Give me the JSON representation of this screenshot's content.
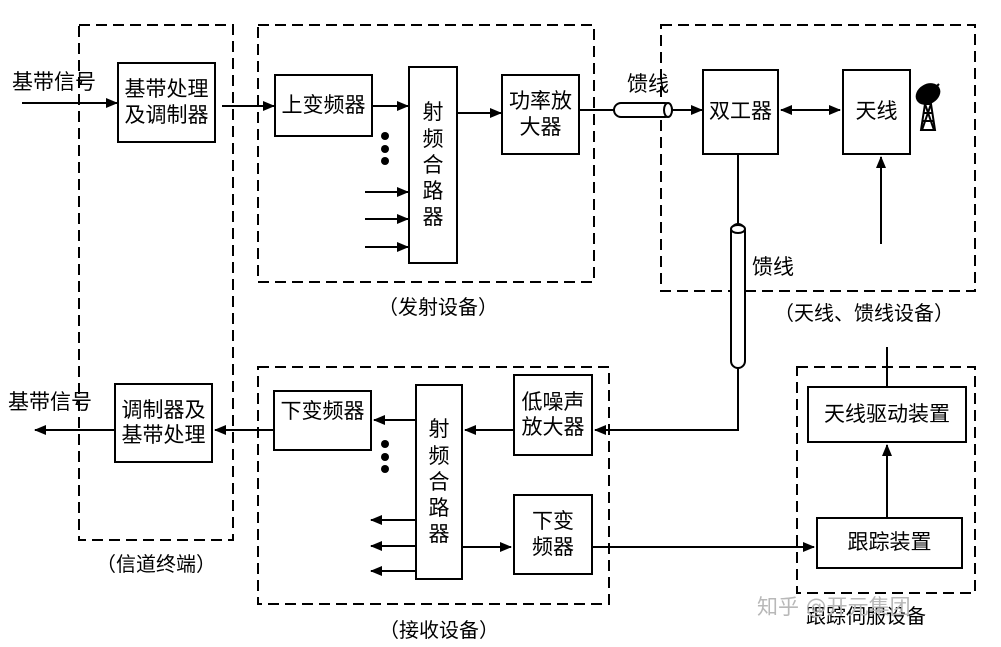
{
  "labels": {
    "baseband_in": "基带信号",
    "baseband_out": "基带信号",
    "feeder_top": "馈线",
    "feeder_right": "馈线"
  },
  "boxes": {
    "baseband_mod": "基带处理及调制器",
    "upconverter": "上变频器",
    "rf_combiner": "射频合路器",
    "power_amp": "功率放大器",
    "duplexer": "双工器",
    "antenna": "天线",
    "demod_baseband": "调制器及基带处理",
    "downconverter": "下变频器",
    "rf_splitter": "射频合路器",
    "lna": "低噪声放大器",
    "downconverter2": "下变频器",
    "antenna_drive": "天线驱动装置",
    "tracking": "跟踪装置"
  },
  "groups": {
    "channel_terminal": "（信道终端）",
    "transmit": "（发射设备）",
    "antenna_feeder": "（天线、馈线设备）",
    "receive": "（接收设备）",
    "tracking_servo": "跟踪伺服设备"
  },
  "watermark": "知乎 @开元集团",
  "icons": [
    "antenna-dish-icon"
  ]
}
